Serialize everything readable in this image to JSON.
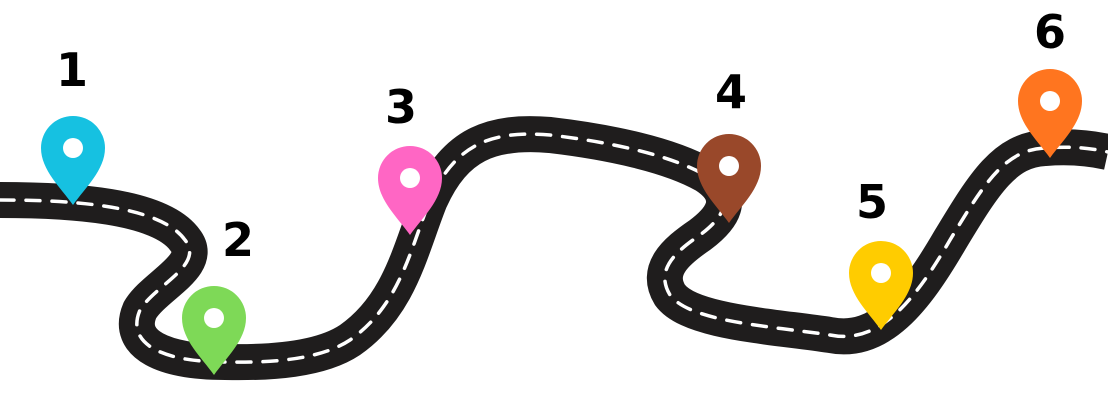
{
  "road": {
    "color": "#1f1d1d",
    "dash_color": "#ffffff"
  },
  "steps": [
    {
      "label": "1",
      "pin_color": "#16c1e1",
      "icon": "map-pin-icon"
    },
    {
      "label": "2",
      "pin_color": "#7ed957",
      "icon": "map-pin-icon"
    },
    {
      "label": "3",
      "pin_color": "#ff66c4",
      "icon": "map-pin-icon"
    },
    {
      "label": "4",
      "pin_color": "#99482a",
      "icon": "map-pin-icon"
    },
    {
      "label": "5",
      "pin_color": "#ffcc00",
      "icon": "map-pin-icon"
    },
    {
      "label": "6",
      "pin_color": "#ff751f",
      "icon": "map-pin-icon"
    }
  ]
}
